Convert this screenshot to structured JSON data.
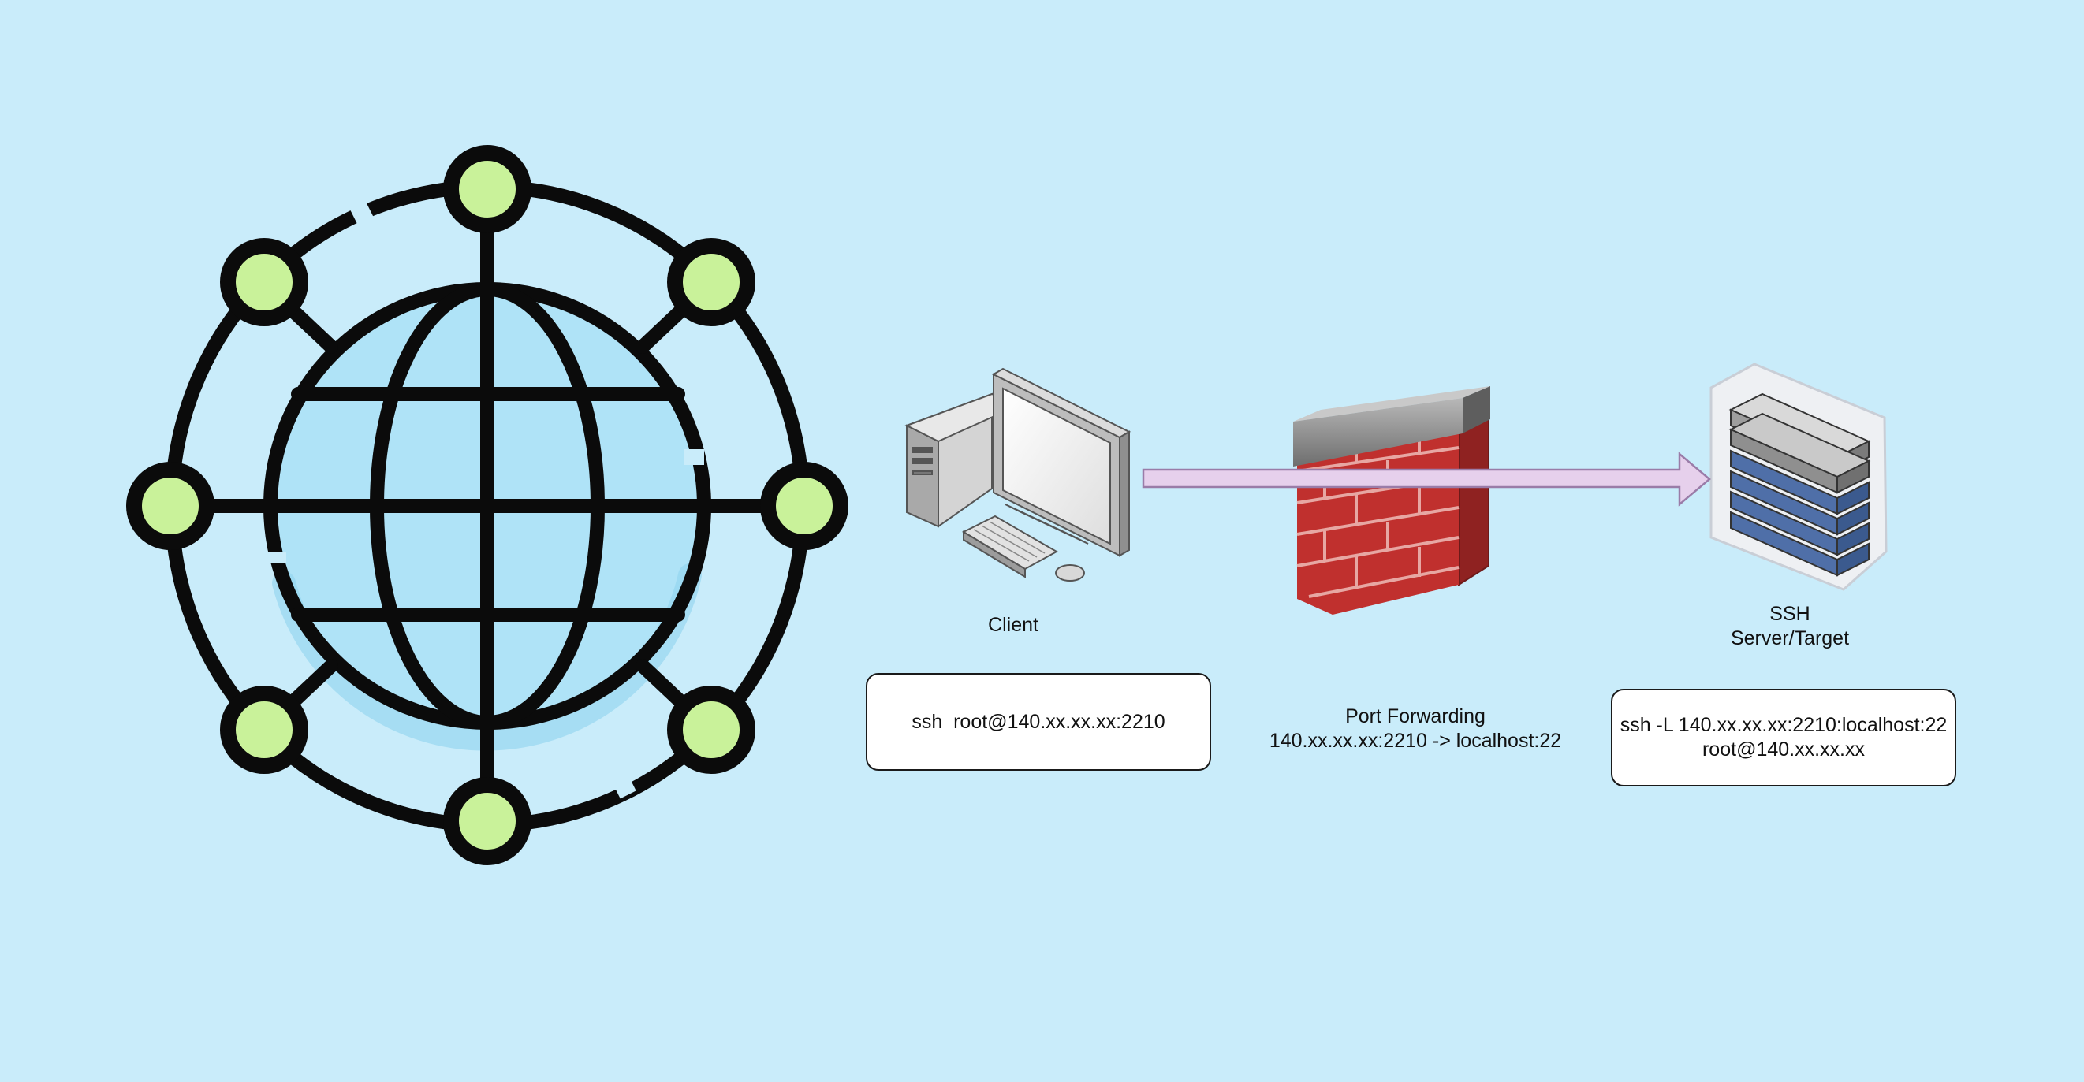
{
  "colors": {
    "background": "#c9ecfa",
    "globe_fill": "#afe3f7",
    "node_fill": "#c9f29a",
    "outline": "#0b0b0b",
    "arrow_fill": "#e6d0ec",
    "arrow_stroke": "#9a7ca8",
    "brick": "#c0302e",
    "server_blue": "#4f6fa8"
  },
  "icons": {
    "globe": "globe-network-icon",
    "client": "desktop-computer-icon",
    "firewall": "firewall-brick-wall-icon",
    "server": "server-rack-icon",
    "connection": "arrow-right-icon"
  },
  "client": {
    "label": "Client",
    "command": "ssh  root@140.xx.xx.xx:2210"
  },
  "firewall": {
    "label_line1": "Port Forwarding",
    "label_line2": "140.xx.xx.xx:2210 -> localhost:22"
  },
  "server": {
    "label_line1": "SSH",
    "label_line2": "Server/Target",
    "command_line1": "ssh -L 140.xx.xx.xx:2210:localhost:22",
    "command_line2": "root@140.xx.xx.xx"
  }
}
